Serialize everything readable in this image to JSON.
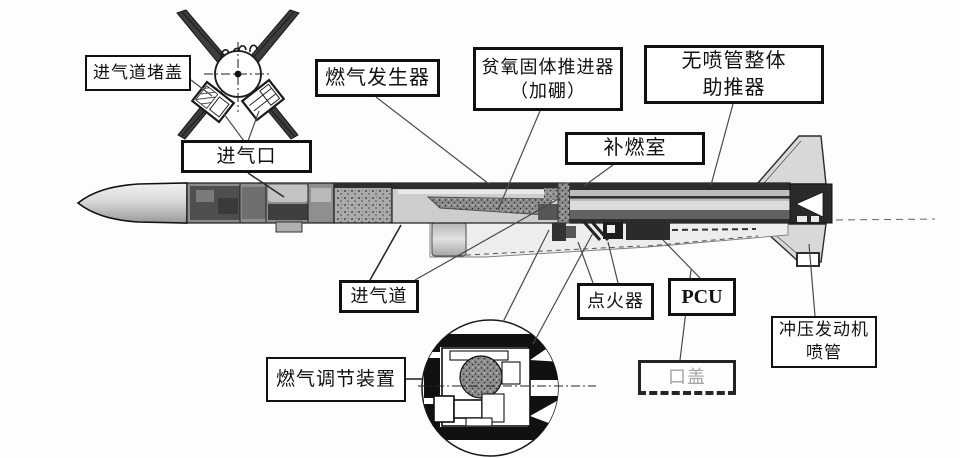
{
  "figure": {
    "labels": {
      "inlet_duct_plug_cover": "进气道堵盖",
      "air_inlet": "进气口",
      "gas_generator": "燃气发生器",
      "fuel_rich_propellant_line1": "贫氧固体推进器",
      "fuel_rich_propellant_line2": "（加硼）",
      "nozzleless_booster_line1": "无喷管整体",
      "nozzleless_booster_line2": "助推器",
      "afterburner_chamber": "补燃室",
      "inlet_duct": "进气道",
      "gas_regulating_device": "燃气调节装置",
      "igniter": "点火器",
      "pcu": "PCU",
      "access_cover": "口盖",
      "ramjet_nozzle_line1": "冲压发动机",
      "ramjet_nozzle_line2": "喷管"
    },
    "colors": {
      "outline": "#111111",
      "body_light_gray": "#cdcdcd",
      "body_dark_gray": "#2c2c2c",
      "fin_gray": "#d8d8d8",
      "background": "#fdfdfd"
    }
  }
}
